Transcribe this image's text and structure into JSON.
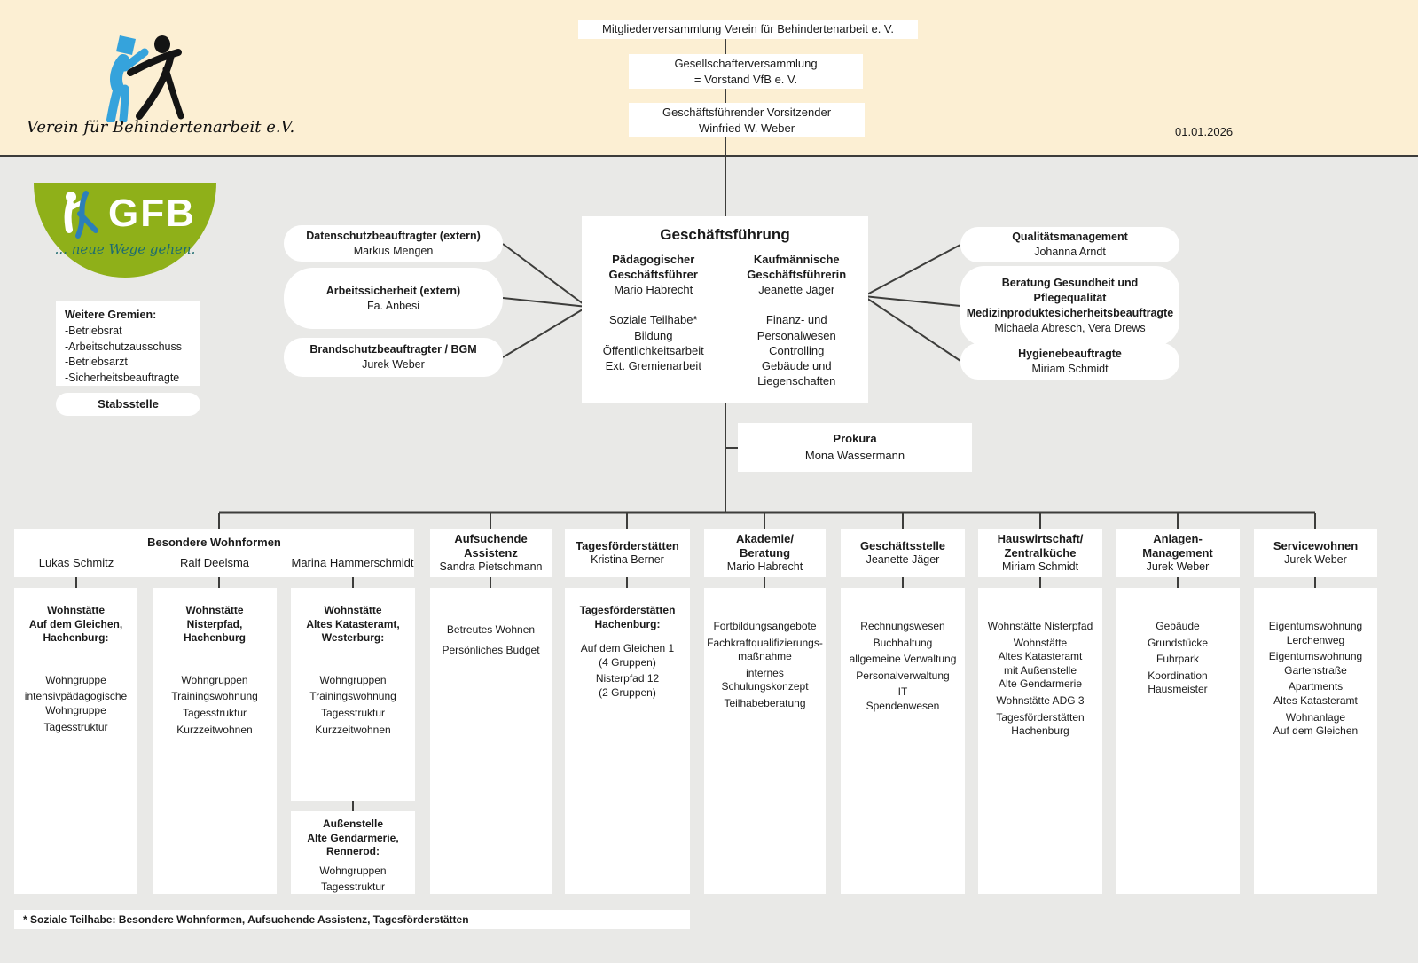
{
  "colors": {
    "band_cream": "#fcefd3",
    "page_gray": "#e9e9e7",
    "gfb_green": "#8fb019",
    "gfb_teal": "#1d6b70",
    "logo_blue": "#35a3dc",
    "connector": "#3d3d3b"
  },
  "header": {
    "logo_caption": "Verein für Behindertenarbeit e.V.",
    "date": "01.01.2026",
    "chain": [
      "Mitgliederversammlung Verein für Behindertenarbeit e. V.",
      "Gesellschafterversammlung\n= Vorstand VfB e. V.",
      "Geschäftsführender Vorsitzender\nWinfried W. Weber"
    ]
  },
  "gfb_logo": {
    "acronym": "GFB",
    "tagline": "... neue Wege gehen."
  },
  "stab": {
    "gremien_title": "Weitere Gremien:",
    "gremien_items": [
      "-Betriebsrat",
      "-Arbeitschutzausschuss",
      "-Betriebsarzt",
      "-Sicherheitsbeauftragte"
    ],
    "label": "Stabsstelle"
  },
  "staff_left": [
    {
      "title": "Datenschutzbeauftragter (extern)",
      "name": "Markus Mengen"
    },
    {
      "title": "Arbeitssicherheit (extern)",
      "name": "Fa. Anbesi"
    },
    {
      "title": "Brandschutzbeauftragter / BGM",
      "name": "Jurek Weber"
    }
  ],
  "staff_right": [
    {
      "title": "Qualitätsmanagement",
      "name": "Johanna Arndt"
    },
    {
      "title": "Beratung Gesundheit und\nPflegequalität\nMedizinproduktesicherheitsbeauftragte",
      "name": "Michaela Abresch, Vera Drews"
    },
    {
      "title": "Hygienebeauftragte",
      "name": "Miriam Schmidt"
    }
  ],
  "management": {
    "title": "Geschäftsführung",
    "left": {
      "role": "Pädagogischer\nGeschäftsführer",
      "name": "Mario Habrecht",
      "duties": "Soziale Teilhabe*\nBildung\nÖffentlichkeitsarbeit\nExt. Gremienarbeit"
    },
    "right": {
      "role": "Kaufmännische\nGeschäftsführerin",
      "name": "Jeanette Jäger",
      "duties": "Finanz- und\nPersonalwesen\nControlling\nGebäude und\nLiegenschaften"
    }
  },
  "prokura": {
    "title": "Prokura",
    "name": "Mona Wassermann"
  },
  "group": {
    "title": "Besondere Wohnformen",
    "leads": [
      "Lukas Schmitz",
      "Ralf Deelsma",
      "Marina Hammerschmidt"
    ]
  },
  "dept_headers": [
    {
      "title": "Aufsuchende\nAssistenz",
      "lead": "Sandra Pietschmann"
    },
    {
      "title": "Tagesförderstätten",
      "lead": "Kristina Berner"
    },
    {
      "title": "Akademie/\nBeratung",
      "lead": "Mario Habrecht"
    },
    {
      "title": "Geschäftsstelle",
      "lead": "Jeanette Jäger"
    },
    {
      "title": "Hauswirtschaft/\nZentralküche",
      "lead": "Miriam Schmidt"
    },
    {
      "title": "Anlagen-\nManagement",
      "lead": "Jurek Weber"
    },
    {
      "title": "Servicewohnen",
      "lead": "Jurek Weber"
    }
  ],
  "columns": {
    "wohn_a": {
      "title": "Wohnstätte\nAuf dem Gleichen,\nHachenburg:",
      "items": [
        "Wohngruppe",
        "intensivpädagogische\nWohngruppe",
        "Tagesstruktur"
      ]
    },
    "wohn_b": {
      "title": "Wohnstätte\nNisterpfad,\nHachenburg",
      "items": [
        "Wohngruppen",
        "Trainingswohnung",
        "Tagesstruktur",
        "Kurzzeitwohnen"
      ]
    },
    "wohn_c": {
      "title": "Wohnstätte\nAltes Katasteramt,\nWesterburg:",
      "items": [
        "Wohngruppen",
        "Trainingswohnung",
        "Tagesstruktur",
        "Kurzzeitwohnen"
      ]
    },
    "wohn_c2": {
      "title": "Außenstelle\nAlte Gendarmerie,\nRennerod:",
      "items": [
        "Wohngruppen",
        "Tagesstruktur"
      ]
    },
    "aufsuchende": {
      "items": [
        "Betreutes Wohnen",
        "Persönliches Budget"
      ]
    },
    "tagesfoerder": {
      "title": "Tagesförderstätten\nHachenburg:",
      "items": [
        "Auf dem Gleichen 1\n(4 Gruppen)",
        "Nisterpfad 12\n(2 Gruppen)"
      ]
    },
    "akademie": {
      "items": [
        "Fortbildungsangebote",
        "Fachkraftqualifizierungs-\nmaßnahme",
        "internes\nSchulungskonzept",
        "Teilhabeberatung"
      ]
    },
    "geschaeftsstelle": {
      "items": [
        "Rechnungswesen",
        "Buchhaltung",
        "allgemeine Verwaltung",
        "Personalverwaltung",
        "IT\nSpendenwesen"
      ]
    },
    "hauswirtschaft": {
      "items": [
        "Wohnstätte Nisterpfad",
        "Wohnstätte\nAltes Katasteramt\nmit Außenstelle\nAlte Gendarmerie",
        "Wohnstätte ADG 3",
        "Tagesförderstätten\nHachenburg"
      ]
    },
    "anlagen": {
      "items": [
        "Gebäude",
        "Grundstücke",
        "Fuhrpark",
        "Koordination\nHausmeister"
      ]
    },
    "servicewohnen": {
      "items": [
        "Eigentumswohnung\nLerchenweg",
        "Eigentumswohnung\nGartenstraße",
        "Apartments\nAltes Katasteramt",
        "Wohnanlage\nAuf dem Gleichen"
      ]
    }
  },
  "footnote": "* Soziale Teilhabe: Besondere Wohnformen, Aufsuchende Assistenz, Tagesförderstätten"
}
